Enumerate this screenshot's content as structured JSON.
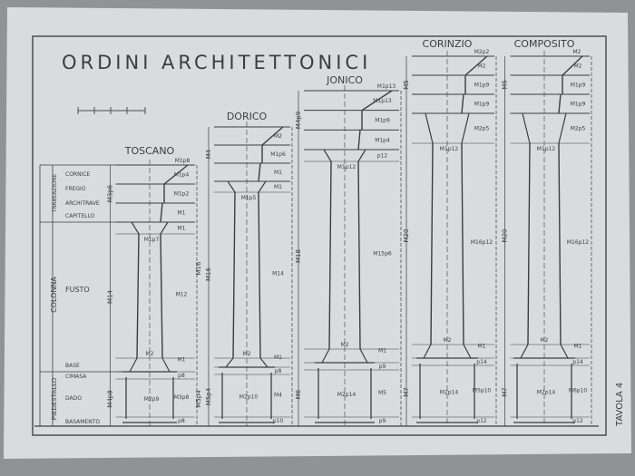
{
  "title": "ORDINI ARCHITETTONICI",
  "plate": "TAVOLA 4",
  "colors": {
    "paper": "#d9dcdd",
    "ink": "#3a3e44",
    "background": "#8f9396"
  },
  "parts": {
    "groups": [
      "TRABEAZIONE",
      "COLONNA",
      "PIEDESTALLO"
    ],
    "items": [
      "CORNICE",
      "FREGIO",
      "ARCHITRAVE",
      "CAPITELLO",
      "FUSTO",
      "BASE",
      "CIMASA",
      "DADO",
      "BASAMENTO"
    ]
  },
  "orders": [
    {
      "name": "TOSCANO",
      "projection": "M1p8",
      "right": [
        "M1p4",
        "M1p2",
        "M1",
        "M1",
        "M12",
        "M1",
        "p8",
        "M3p8",
        "p8"
      ],
      "left": [
        "M3p6",
        "M14",
        "M4p8"
      ],
      "total": [
        "M16",
        "M5p4"
      ],
      "shaft_top": "M1p7",
      "shaft_bottom": "M2",
      "die": "M2p9"
    },
    {
      "name": "DORICO",
      "projection": "",
      "right": [
        "M2",
        "M1p6",
        "M1",
        "M1",
        "M14",
        "M1",
        "p8",
        "M4",
        "p10"
      ],
      "left": [
        "M4",
        "M16",
        "M5p4"
      ],
      "total": [
        "",
        ""
      ],
      "shaft_top": "M1p5",
      "shaft_bottom": "M2",
      "die": "M2p10"
    },
    {
      "name": "JONICO",
      "projection": "M1p13",
      "right": [
        "M1p13",
        "M1p9",
        "M1p4",
        "p12",
        "M15p6",
        "M1",
        "p9",
        "M5",
        "p9"
      ],
      "left": [
        "M4p9",
        "M18",
        "M6"
      ],
      "total": [
        "",
        ""
      ],
      "shaft_top": "M1p12",
      "shaft_bottom": "M2",
      "die": "M2p14"
    },
    {
      "name": "CORINZIO",
      "projection": "M2p2",
      "right": [
        "M2",
        "M1p9",
        "M1p9",
        "M2p5",
        "M16p12",
        "M1",
        "p14",
        "M5p10",
        "p12"
      ],
      "left": [
        "M5",
        "M20",
        "M7"
      ],
      "total": [
        "",
        ""
      ],
      "shaft_top": "M1p12",
      "shaft_bottom": "M2",
      "die": "M2p14"
    },
    {
      "name": "COMPOSITO",
      "projection": "M2",
      "right": [
        "M2",
        "M1p9",
        "M1p9",
        "M2p5",
        "M16p12",
        "M1",
        "p14",
        "M6p10",
        "p12"
      ],
      "left": [
        "M5",
        "M20",
        "M7"
      ],
      "total": [
        "",
        ""
      ],
      "shaft_top": "M1p12",
      "shaft_bottom": "M2",
      "die": "M2p14"
    }
  ]
}
